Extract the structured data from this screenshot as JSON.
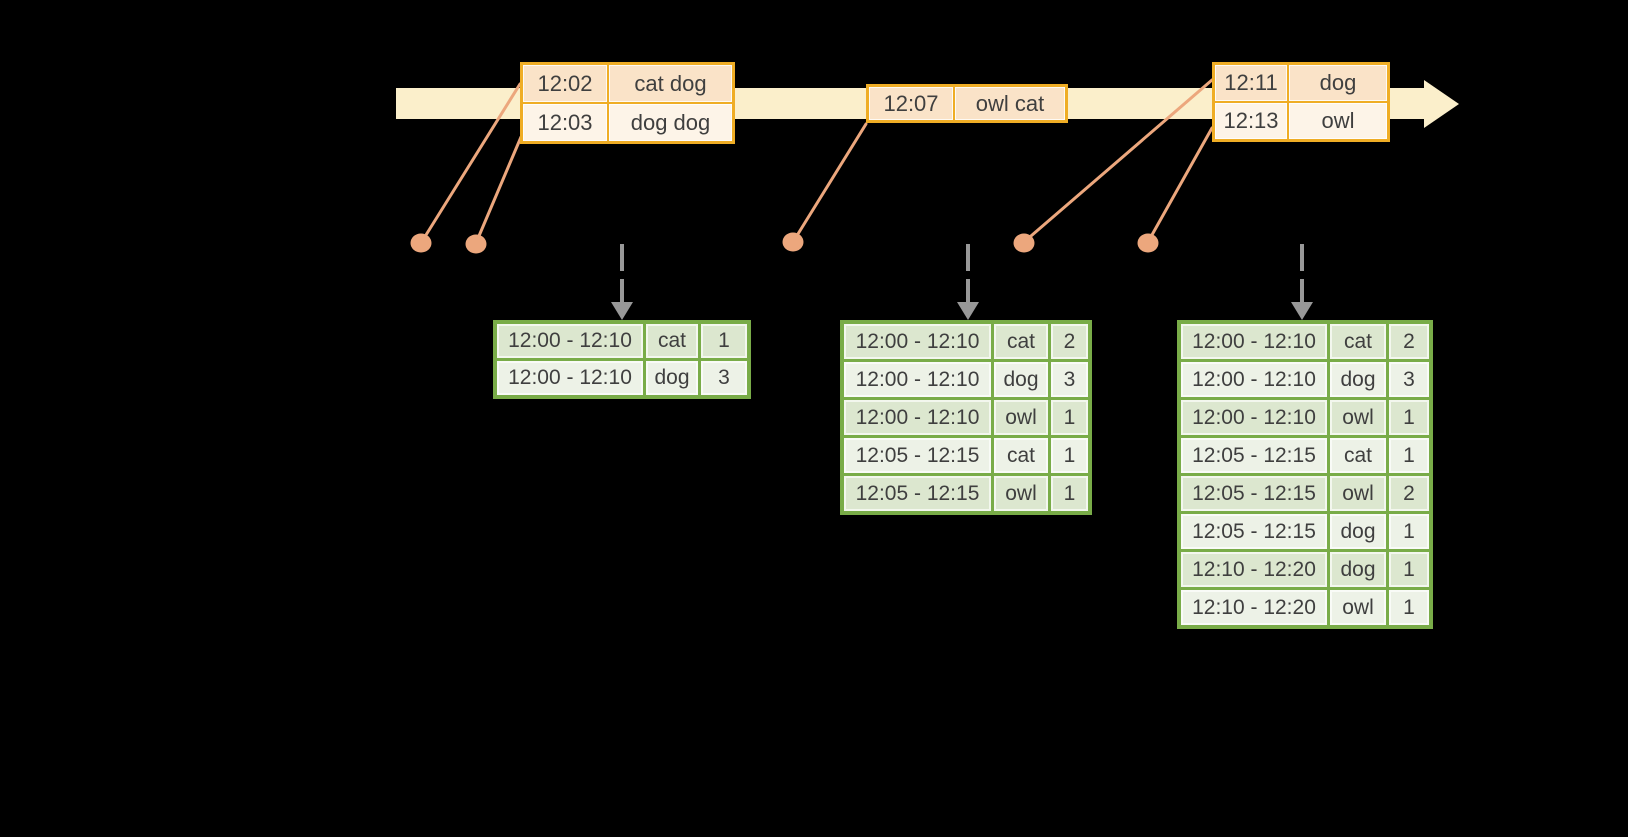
{
  "colors": {
    "bg": "#000000",
    "band": "#FBEFCB",
    "orange-border": "#EFAD25",
    "orange-row-dark": "#FAE3C8",
    "orange-row-light": "#FDF4E8",
    "salmon": "#ECA77D",
    "gray-arrow": "#989898",
    "green-border": "#79AC48",
    "green-row-dark": "#DCE7CF",
    "green-row-light": "#EDF2E7",
    "text": "#3F3F3F"
  },
  "timeline": {
    "event_tables": [
      {
        "rows": [
          [
            "12:02",
            "cat dog"
          ],
          [
            "12:03",
            "dog dog"
          ]
        ]
      },
      {
        "rows": [
          [
            "12:07",
            "owl cat"
          ]
        ]
      },
      {
        "rows": [
          [
            "12:11",
            "dog"
          ],
          [
            "12:13",
            "owl"
          ]
        ]
      }
    ]
  },
  "result_tables": [
    {
      "rows": [
        [
          "12:00 - 12:10",
          "cat",
          "1"
        ],
        [
          "12:00 - 12:10",
          "dog",
          "3"
        ]
      ]
    },
    {
      "rows": [
        [
          "12:00 - 12:10",
          "cat",
          "2"
        ],
        [
          "12:00 - 12:10",
          "dog",
          "3"
        ],
        [
          "12:00 - 12:10",
          "owl",
          "1"
        ],
        [
          "12:05 - 12:15",
          "cat",
          "1"
        ],
        [
          "12:05 - 12:15",
          "owl",
          "1"
        ]
      ]
    },
    {
      "rows": [
        [
          "12:00 - 12:10",
          "cat",
          "2"
        ],
        [
          "12:00 - 12:10",
          "dog",
          "3"
        ],
        [
          "12:00 - 12:10",
          "owl",
          "1"
        ],
        [
          "12:05 - 12:15",
          "cat",
          "1"
        ],
        [
          "12:05 - 12:15",
          "owl",
          "2"
        ],
        [
          "12:05 - 12:15",
          "dog",
          "1"
        ],
        [
          "12:10 - 12:20",
          "dog",
          "1"
        ],
        [
          "12:10 - 12:20",
          "owl",
          "1"
        ]
      ]
    }
  ]
}
